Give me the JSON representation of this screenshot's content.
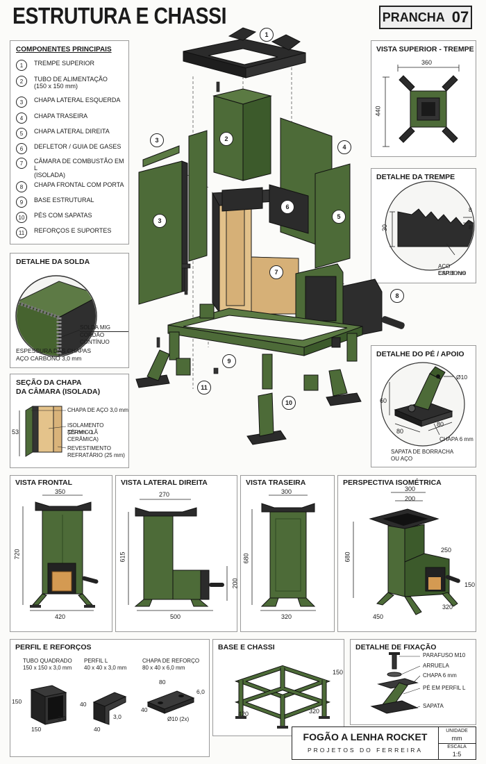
{
  "header": {
    "title": "ESTRUTURA E CHASSI",
    "plate_label": "PRANCHA",
    "plate_number": "07"
  },
  "components": {
    "title": "COMPONENTES PRINCIPAIS",
    "items": [
      {
        "n": "1",
        "label": "TREMPE SUPERIOR",
        "sub": ""
      },
      {
        "n": "2",
        "label": "TUBO DE ALIMENTAÇÃO",
        "sub": "(150 x 150 mm)"
      },
      {
        "n": "3",
        "label": "CHAPA LATERAL ESQUERDA",
        "sub": ""
      },
      {
        "n": "4",
        "label": "CHAPA TRASEIRA",
        "sub": ""
      },
      {
        "n": "5",
        "label": "CHAPA LATERAL DIREITA",
        "sub": ""
      },
      {
        "n": "6",
        "label": "DEFLETOR / GUIA DE GASES",
        "sub": ""
      },
      {
        "n": "7",
        "label": "CÂMARA DE COMBUSTÃO EM L",
        "sub": "(ISOLADA)"
      },
      {
        "n": "8",
        "label": "CHAPA FRONTAL COM PORTA",
        "sub": ""
      },
      {
        "n": "9",
        "label": "BASE ESTRUTURAL",
        "sub": ""
      },
      {
        "n": "10",
        "label": "PÉS COM SAPATAS",
        "sub": ""
      },
      {
        "n": "11",
        "label": "REFORÇOS E SUPORTES",
        "sub": ""
      }
    ]
  },
  "weld": {
    "title": "DETALHE DA SOLDA",
    "weld_label_1": "SOLDA MIG",
    "weld_label_2": "CORDÃO CONTÍNUO",
    "thickness_1": "ESPESSURA DAS CHAPAS",
    "thickness_2": "AÇO CARBONO 3,0 mm"
  },
  "section": {
    "title_1": "SEÇÃO DA CHAPA",
    "title_2": "DA CÂMARA (ISOLADA)",
    "dim": "53",
    "labels": [
      "CHAPA DE AÇO 3,0 mm",
      "ISOLAMENTO TÉRMICO",
      "(25 mm - LÃ CERÂMICA)",
      "REVESTIMENTO",
      "REFRATÁRIO (25 mm)"
    ]
  },
  "top_view": {
    "title": "VISTA SUPERIOR - TREMPE",
    "w": "360",
    "h": "440"
  },
  "trempe_detail": {
    "title": "DETALHE DA TREMPE",
    "h": "30",
    "t1": "8",
    "t2": "8",
    "note_1": "AÇO CARBONO",
    "note_2": "ESP. 8 mm"
  },
  "foot_detail": {
    "title": "DETALHE DO PÉ / APOIO",
    "dia": "Ø10",
    "h": "60",
    "w1": "80",
    "w2": "80",
    "plate": "CHAPA 6 mm",
    "note_1": "SAPATA DE BORRACHA",
    "note_2": "OU AÇO"
  },
  "explode_callouts": [
    "1",
    "2",
    "3",
    "4",
    "3",
    "5",
    "6",
    "7",
    "8",
    "9",
    "11",
    "10"
  ],
  "views": {
    "front": {
      "title": "VISTA FRONTAL",
      "top": "350",
      "h": "720",
      "bottom": "420"
    },
    "side": {
      "title": "VISTA LATERAL DIREITA",
      "top": "270",
      "h": "615",
      "h2": "200",
      "bottom": "500"
    },
    "back": {
      "title": "VISTA TRASEIRA",
      "top": "300",
      "h": "680",
      "bottom": "320"
    },
    "iso": {
      "title": "PERSPECTIVA ISOMÉTRICA",
      "top1": "300",
      "top2": "200",
      "h": "680",
      "d1": "250",
      "d2": "150",
      "b1": "450",
      "b2": "320"
    }
  },
  "profiles": {
    "title": "PERFIL E REFORÇOS",
    "tube": {
      "l1": "TUBO QUADRADO",
      "l2": "150 x 150 x 3,0 mm",
      "h": "150",
      "w": "150",
      "t": "3,0"
    },
    "angle": {
      "l1": "PERFIL L",
      "l2": "40 x 40 x 3,0 mm",
      "h": "40",
      "w": "40",
      "t": "3,0"
    },
    "plate": {
      "l1": "CHAPA DE REFORÇO",
      "l2": "80 x 40 x 6,0 mm",
      "w": "80",
      "h": "40",
      "t": "6,0",
      "hole": "Ø10 (2x)"
    }
  },
  "base": {
    "title": "BASE E CHASSI",
    "h": "150",
    "w1": "420",
    "w2": "320"
  },
  "fix": {
    "title": "DETALHE DE FIXAÇÃO",
    "labels": [
      "PARAFUSO M10",
      "ARRUELA",
      "CHAPA 6 mm",
      "PÉ EM PERFIL L",
      "SAPATA"
    ]
  },
  "titleblock": {
    "title": "FOGÃO A LENHA ROCKET",
    "sub": "PROJETOS DO FERREIRA",
    "unit_label": "UNIDADE",
    "unit": "mm",
    "scale_label": "ESCALA",
    "scale": "1:5"
  },
  "colors": {
    "steel_green": "#4d6b38",
    "steel_dark": "#2a2a2a",
    "insulation": "#e2c18a"
  }
}
